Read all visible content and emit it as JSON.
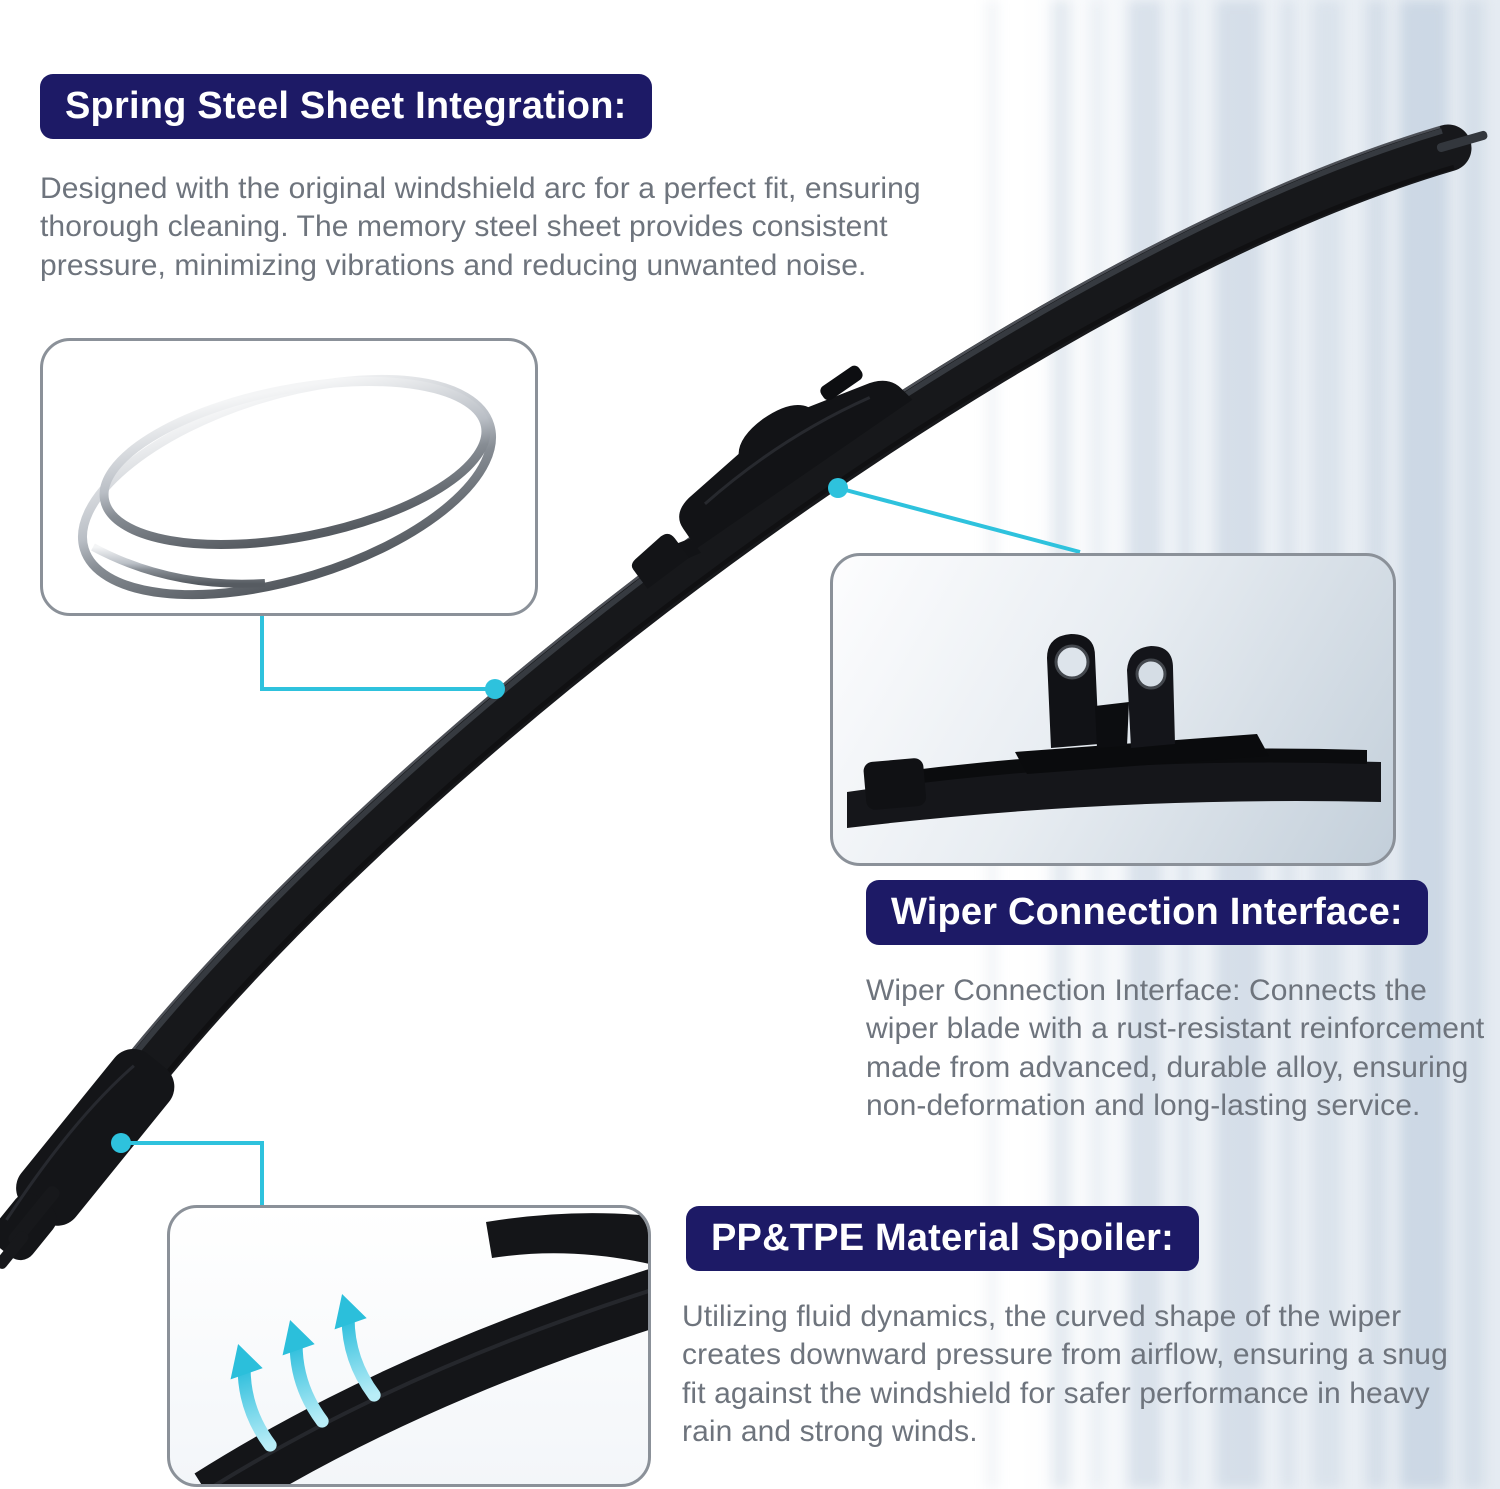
{
  "colors": {
    "badge_bg": "#1d1a66",
    "badge_text": "#ffffff",
    "body_text": "#6e747d",
    "callout": "#2ec2dd",
    "blade": "#17181b",
    "streak": "#c7d3e0"
  },
  "sections": {
    "spring_steel": {
      "title": "Spring Steel Sheet Integration:",
      "body": "Designed with the original windshield arc for a perfect fit, ensuring thorough cleaning. The memory steel sheet provides consistent pressure, minimizing vibrations and reducing unwanted noise."
    },
    "connection_interface": {
      "title": "Wiper Connection Interface:",
      "body": "Wiper Connection Interface: Connects the wiper blade with a rust-resistant reinforcement made from advanced, durable alloy, ensuring non-deformation and long-lasting service."
    },
    "spoiler": {
      "title": "PP&TPE Material Spoiler:",
      "body": "Utilizing fluid dynamics, the curved shape of the wiper creates downward pressure from airflow, ensuring a snug fit against the windshield for safer performance in heavy rain and strong winds."
    }
  },
  "figures": {
    "product": "wiper-blade-product-photo",
    "spring_steel_inset": "spring-steel-sheets-photo",
    "connection_inset": "connector-bracket-photo",
    "spoiler_inset": "spoiler-airflow-photo",
    "airflow_arrows": "airflow-arrows-icon"
  }
}
